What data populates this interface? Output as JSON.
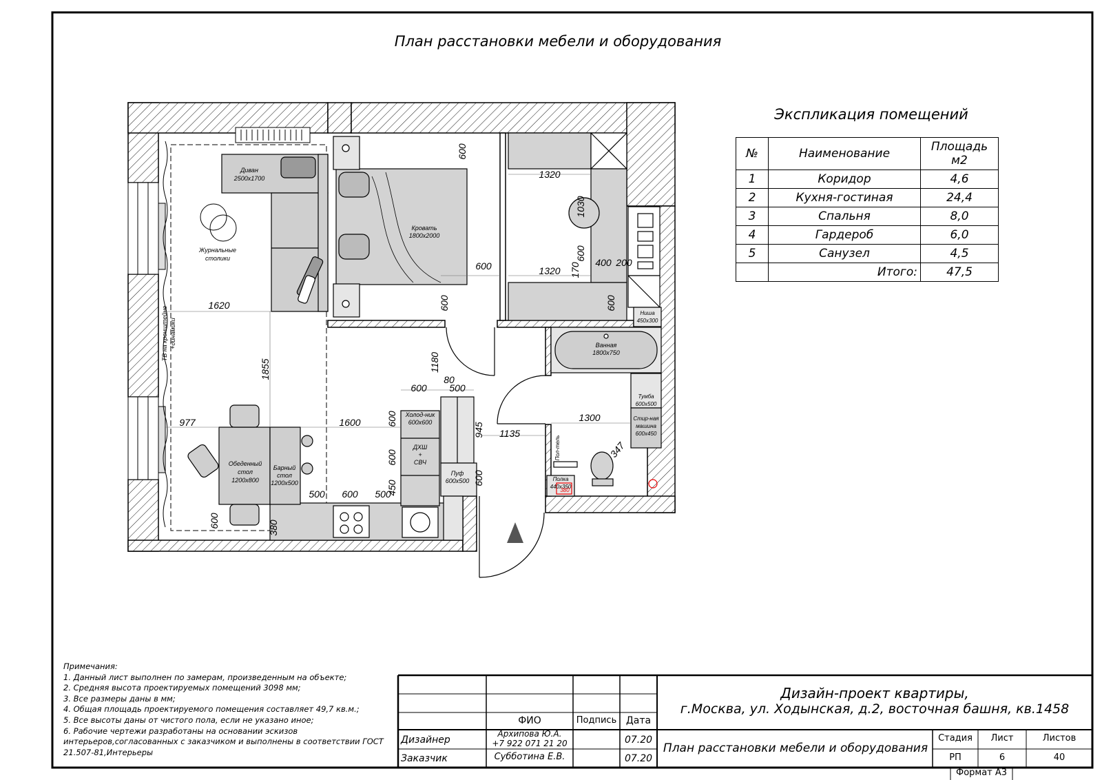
{
  "sheet_title": "План расстановки мебели и оборудования",
  "explication": {
    "title": "Экспликация помещений",
    "headers": [
      "№",
      "Наименование",
      "Площадь м2"
    ],
    "rows": [
      {
        "n": "1",
        "name": "Коридор",
        "area": "4,6"
      },
      {
        "n": "2",
        "name": "Кухня-гостиная",
        "area": "24,4"
      },
      {
        "n": "3",
        "name": "Спальня",
        "area": "8,0"
      },
      {
        "n": "4",
        "name": "Гардероб",
        "area": "6,0"
      },
      {
        "n": "5",
        "name": "Санузел",
        "area": "4,5"
      }
    ],
    "total_label": "Итого:",
    "total_value": "47,5"
  },
  "plan_labels": {
    "sofa": "Диван",
    "sofa_size": "2500x1700",
    "coffee_tables_1": "Журнальные",
    "coffee_tables_2": "столики",
    "bed": "Кровать",
    "bed_size": "1800x2000",
    "tv_1": "ТВ на кронштейне",
    "tv_2": "+динамики",
    "dining_1": "Обеденный",
    "dining_2": "стол",
    "dining_3": "1200x800",
    "bar_1": "Барный",
    "bar_2": "стол",
    "bar_3": "1200x500",
    "fridge_1": "Холод-ник",
    "fridge_2": "600x600",
    "oven_1": "ДХШ",
    "oven_2": "+",
    "oven_3": "СВЧ",
    "pouf_1": "Пуф",
    "pouf_2": "600x500",
    "bath_1": "Ванная",
    "bath_2": "1800x750",
    "niche_1": "Ниша",
    "niche_2": "450x300",
    "vanity_1": "Тумба",
    "vanity_2": "600x500",
    "washer_1": "Стир-ная",
    "washer_2": "машина",
    "washer_3": "600x450",
    "shelf_1": "Полка",
    "shelf_2": "440x350",
    "towel": "Пол-тель",
    "red_num": "380"
  },
  "dimensions": {
    "d600a": "600",
    "d1320a": "1320",
    "d1030": "1030",
    "d600b": "600",
    "d170": "170",
    "d1320b": "1320",
    "d400": "400",
    "d200": "200",
    "d600c": "600",
    "d600d": "600",
    "d600e": "600",
    "d1620": "1620",
    "d1855": "1855",
    "d1180": "1180",
    "d600f": "600",
    "d80": "80",
    "d500a": "500",
    "d977": "977",
    "d1600": "1600",
    "d600g": "600",
    "d945": "945",
    "d1135": "1135",
    "d1300": "1300",
    "d347": "347",
    "d600h": "600",
    "d450": "450",
    "d600i": "600",
    "d500b": "500",
    "d600j": "600",
    "d500c": "500",
    "d600k": "600",
    "d380": "380"
  },
  "notes": {
    "heading": "Примечания:",
    "items": [
      "1. Данный лист выполнен по замерам, произведенным на объекте;",
      "2. Средняя высота проектируемых помещений 3098 мм;",
      "3. Все размеры даны в мм;",
      "4. Общая площадь проектируемого помещения составляет 49,7 кв.м.;",
      "5. Все высоты даны от чистого пола, если не указано иное;",
      "6. Рабочие чертежи разработаны на основании эскизов интерьеров,согласованных с заказчиком и выполнены в соответствии ГОСТ 21.507-81,Интерьеры"
    ]
  },
  "title_block": {
    "col_fio": "ФИО",
    "col_sign": "Подпись",
    "col_date": "Дата",
    "role_designer": "Дизайнер",
    "designer_name": "Архипова Ю.А.",
    "designer_phone": "+7 922 071 21 20",
    "designer_date": "07.20",
    "role_client": "Заказчик",
    "client_name": "Субботина Е.В.",
    "client_date": "07.20",
    "project_1": "Дизайн-проект квартиры,",
    "project_2": "г.Москва, ул. Ходынская, д.2, восточная башня, кв.1458",
    "sheet_name": "План расстановки мебели и оборудования",
    "stage_label": "Стадия",
    "sheet_label": "Лист",
    "sheets_label": "Листов",
    "stage": "РП",
    "sheet_no": "6",
    "sheets_total": "40"
  },
  "format_label": "Формат А3"
}
